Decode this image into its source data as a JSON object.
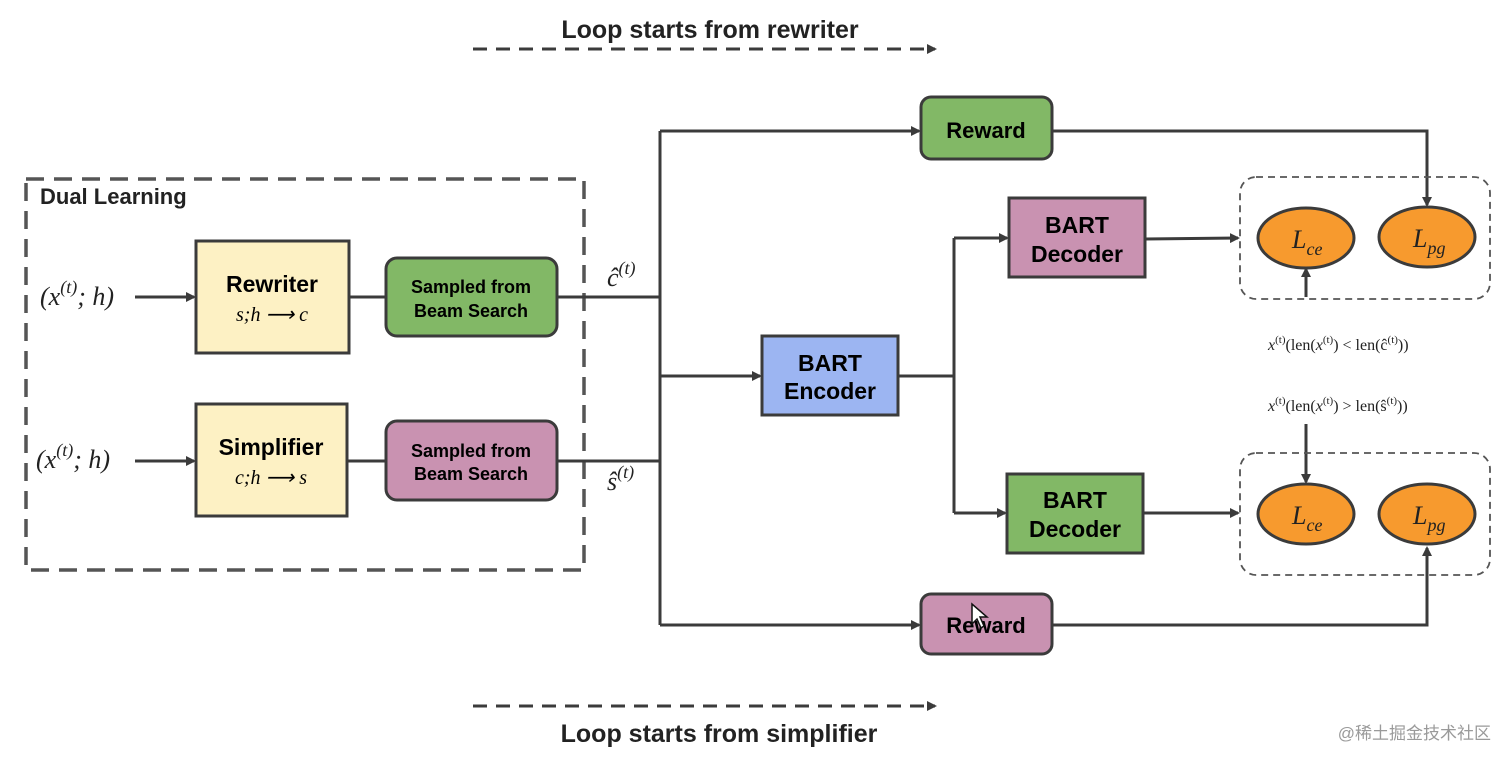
{
  "top_loop": {
    "label": "Loop starts from rewriter"
  },
  "bottom_loop": {
    "label": "Loop starts from simplifier"
  },
  "dual_learning": {
    "label": "Dual Learning"
  },
  "inputs": {
    "rewriter_input": "(x(t); h)",
    "simplifier_input": "(x(t); h)"
  },
  "rewriter": {
    "title": "Rewriter",
    "subtitle": "s;h ⟶ c"
  },
  "simplifier": {
    "title": "Simplifier",
    "subtitle": "c;h ⟶ s"
  },
  "sampled_top": {
    "line1": "Sampled from",
    "line2": "Beam Search"
  },
  "sampled_bottom": {
    "line1": "Sampled from",
    "line2": "Beam Search"
  },
  "outputs": {
    "c_hat": "ĉ(t)",
    "s_hat": "ŝ(t)"
  },
  "encoder": {
    "line1": "BART",
    "line2": "Encoder"
  },
  "decoder_top": {
    "line1": "BART",
    "line2": "Decoder"
  },
  "decoder_bottom": {
    "line1": "BART",
    "line2": "Decoder"
  },
  "reward_top": {
    "label": "Reward"
  },
  "reward_bottom": {
    "label": "Reward"
  },
  "losses": {
    "lce_main": "L",
    "lce_sub": "ce",
    "lpg_main": "L",
    "lpg_sub": "pg"
  },
  "conditions": {
    "top": "x(t) (len(x(t)) < len(ĉ(t)))",
    "bottom": "x(t) (len(x(t)) > len(ŝ(t)))"
  },
  "watermark": "@稀土掘金技术社区",
  "colors": {
    "yellow": "#fdf1c4",
    "green": "#82b866",
    "pink": "#c992b1",
    "blue": "#9cb5f2",
    "orange": "#f79a2e",
    "stroke": "#3b3b3b"
  }
}
